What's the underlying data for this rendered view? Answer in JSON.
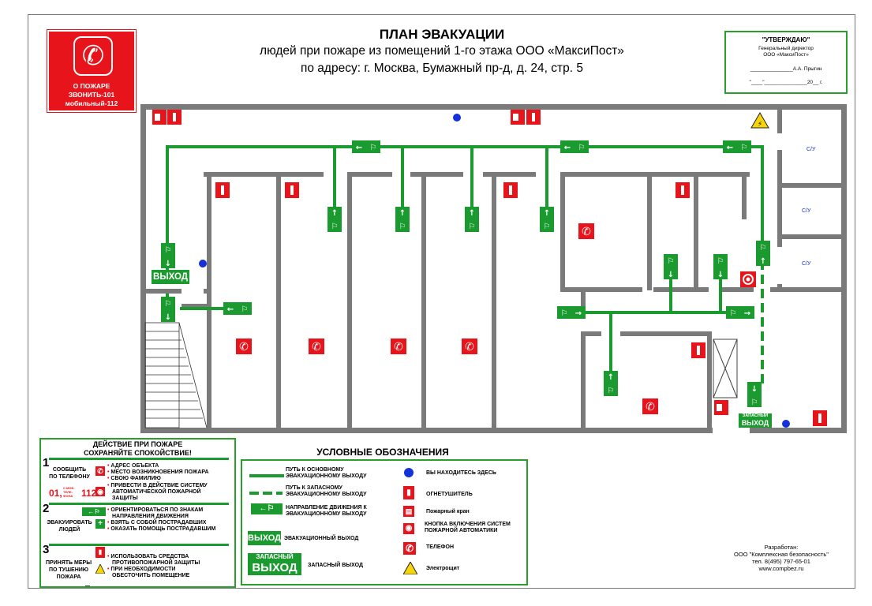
{
  "header": {
    "title": "ПЛАН ЭВАКУАЦИИ",
    "line1": "людей при пожаре из помещений 1-го этажа ООО «МаксиПост»",
    "line2": "по адресу: г. Москва, Бумажный пр-д, д. 24, стр. 5"
  },
  "phone_sign": {
    "line1": "О ПОЖАРЕ",
    "line2": "ЗВОНИТЬ-101",
    "line3": "мобильный-112"
  },
  "approval": {
    "title": "\"УТВЕРЖДАЮ\"",
    "role1": "Генеральный директор",
    "role2": "ООО «МаксиПост»",
    "signature": "_______________А.А. Прыгин",
    "date": "\"____\"_______________20__ г."
  },
  "plan": {
    "wc_labels": [
      "С/У",
      "С/У",
      "С/У"
    ],
    "exit_main": "ВЫХОД",
    "exit_spare_1": "ЗАПАСНЫЙ",
    "exit_spare_2": "ВЫХОД"
  },
  "actions": {
    "title1": "ДЕЙСТВИЕ ПРИ ПОЖАРЕ",
    "title2": "СОХРАНЯЙТЕ СПОКОЙСТВИЕ!",
    "step1_num": "1",
    "step1_label1": "СООБЩИТЬ",
    "step1_label2": "ПО ТЕЛЕФОНУ",
    "step1_items": [
      "АДРЕС ОБЪЕКТА",
      "МЕСТО ВОЗНИКНОВЕНИЯ ПОЖАРА",
      "СВОЮ ФАМИЛИЮ"
    ],
    "step1_items2": [
      "ПРИВЕСТИ В ДЕЙСТВИЕ СИСТЕМУ",
      "АВТОМАТИЧЕСКОЙ ПОЖАРНОЙ",
      "ЗАЩИТЫ"
    ],
    "phone_01": "01,",
    "phone_note": "С МОБ. ТЕЛЕ- ФОНА",
    "phone_112": "112",
    "step2_num": "2",
    "step2_label1": "ЭВАКУИРОВАТЬ",
    "step2_label2": "ЛЮДЕЙ",
    "step2_items": [
      "ОРИЕНТИРОВАТЬСЯ ПО ЗНАКАМ",
      "НАПРАВЛЕНИЯ ДВИЖЕНИЯ",
      "ВЗЯТЬ С СОБОЙ ПОСТРАДАВШИХ",
      "ОКАЗАТЬ ПОМОЩЬ ПОСТРАДАВШИМ"
    ],
    "step3_num": "3",
    "step3_label1": "ПРИНЯТЬ МЕРЫ",
    "step3_label2": "ПО ТУШЕНИЮ",
    "step3_label3": "ПОЖАРА",
    "step3_items": [
      "ИСПОЛЬЗОВАТЬ СРЕДСТВА",
      "ПРОТИВОПОЖАРНОЙ ЗАЩИТЫ",
      "ПРИ НЕОБХОДИМОСТИ",
      "ОБЕСТОЧИТЬ ПОМЕЩЕНИЕ"
    ]
  },
  "legend": {
    "title": "УСЛОВНЫЕ ОБОЗНАЧЕНИЯ",
    "main_path_1": "ПУТЬ К ОСНОВНОМУ",
    "main_path_2": "ЭВАКУАЦИОННОМУ ВЫХОДУ",
    "spare_path_1": "ПУТЬ К ЗАПАСНОМУ",
    "spare_path_2": "ЭВАКУАЦИОННОМУ ВЫХОДУ",
    "direction_1": "НАПРАВЛЕНИЕ ДВИЖЕНИЯ К",
    "direction_2": "ЭВАКУАЦИОННОМУ ВЫХОДУ",
    "exit_sign": "ВЫХОД",
    "exit_label": "ЭВАКУАЦИОННЫЙ ВЫХОД",
    "spare_sign_1": "ЗАПАСНЫЙ",
    "spare_sign_2": "ВЫХОД",
    "spare_label": "ЗАПАСНЫЙ ВЫХОД",
    "you_are_here": "ВЫ НАХОДИТЕСЬ ЗДЕСЬ",
    "extinguisher": "ОГНЕТУШИТЕЛЬ",
    "hydrant": "Пожарный кран",
    "alarm_1": "КНОПКА ВКЛЮЧЕНИЯ СИСТЕМ",
    "alarm_2": "ПОЖАРНОЙ АВТОМАТИКИ",
    "phone": "ТЕЛЕФОН",
    "panel": "Электрощит"
  },
  "credits": {
    "line1": "Разработан:",
    "line2": "ООО \"Комплексная безопасность\"",
    "line3": "тел. 8(495) 797-65-01",
    "line4": "www.compbez.ru"
  },
  "colors": {
    "green": "#1b9a2f",
    "red": "#e8141b",
    "wall": "#7a7a7a",
    "blue": "#1432d8",
    "yellow": "#f6d60a"
  },
  "icons": [
    "phone-icon",
    "extinguisher-icon",
    "fire-hydrant-icon",
    "alarm-button-icon",
    "you-are-here-icon",
    "electric-panel-icon",
    "running-man-icon",
    "arrow-icon"
  ]
}
